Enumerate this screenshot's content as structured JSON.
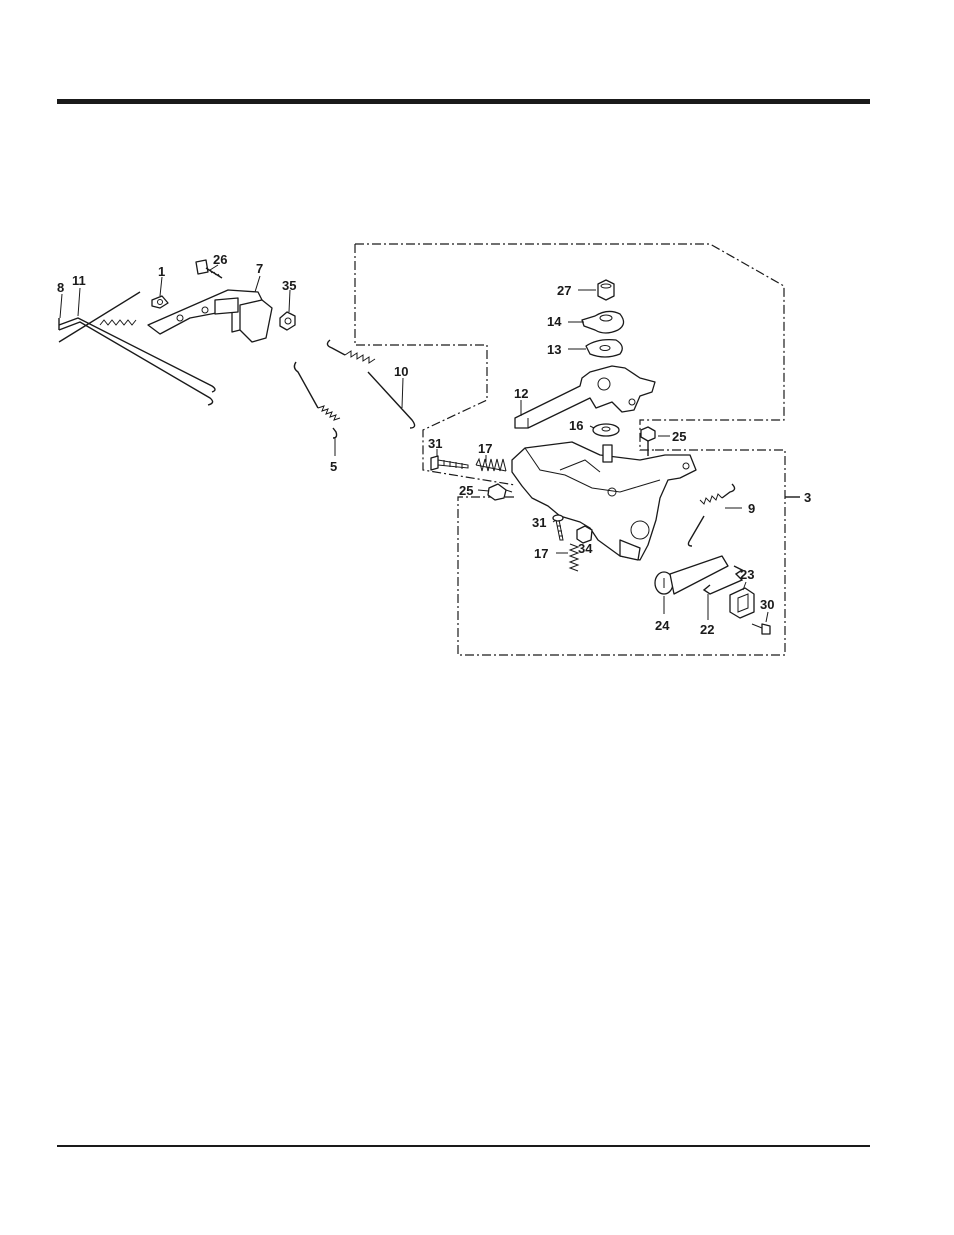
{
  "callouts": [
    {
      "id": "c1",
      "text": "1"
    },
    {
      "id": "c26",
      "text": "26"
    },
    {
      "id": "c7",
      "text": "7"
    },
    {
      "id": "c35",
      "text": "35"
    },
    {
      "id": "c11",
      "text": "11"
    },
    {
      "id": "c8",
      "text": "8"
    },
    {
      "id": "c10",
      "text": "10"
    },
    {
      "id": "c5",
      "text": "5"
    },
    {
      "id": "c27",
      "text": "27"
    },
    {
      "id": "c14",
      "text": "14"
    },
    {
      "id": "c13",
      "text": "13"
    },
    {
      "id": "c12",
      "text": "12"
    },
    {
      "id": "c16",
      "text": "16"
    },
    {
      "id": "c25a",
      "text": "25"
    },
    {
      "id": "c31a",
      "text": "31"
    },
    {
      "id": "c17a",
      "text": "17"
    },
    {
      "id": "c25b",
      "text": "25"
    },
    {
      "id": "c3",
      "text": "3"
    },
    {
      "id": "c9",
      "text": "9"
    },
    {
      "id": "c31b",
      "text": "31"
    },
    {
      "id": "c17b",
      "text": "17"
    },
    {
      "id": "c34",
      "text": "34"
    },
    {
      "id": "c23",
      "text": "23"
    },
    {
      "id": "c30",
      "text": "30"
    },
    {
      "id": "c24",
      "text": "24"
    },
    {
      "id": "c22",
      "text": "22"
    }
  ]
}
